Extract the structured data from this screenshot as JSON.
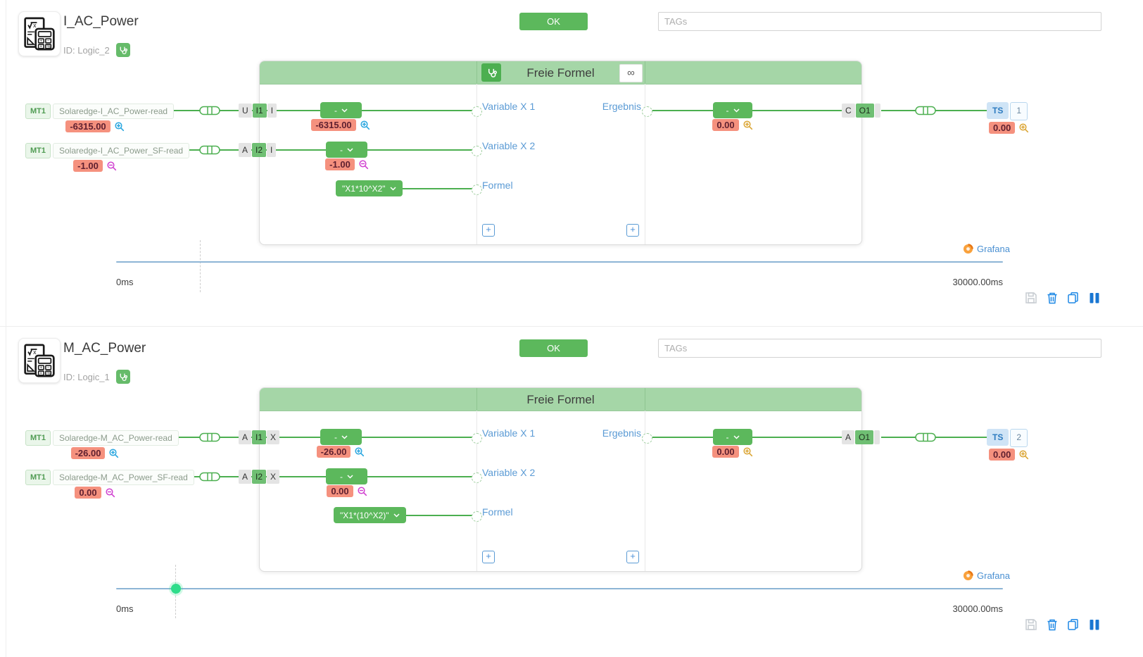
{
  "blocks": [
    {
      "title": "I_AC_Power",
      "id_label": "ID: Logic_2",
      "ok_button": "OK",
      "tags_placeholder": "TAGs",
      "panel": {
        "title": "Freie Formel",
        "infinity_icon": "∞",
        "add_icon": "+",
        "labels": {
          "var1": "Variable X 1",
          "var2": "Variable X 2",
          "formel": "Formel",
          "ergebnis": "Ergebnis"
        }
      },
      "inputs": [
        {
          "badge": "MT1",
          "name": "Solaredge-I_AC_Power-read",
          "value": "-6315.00",
          "pins": [
            "U",
            "I1",
            "I"
          ],
          "op": "-",
          "op_value": "-6315.00"
        },
        {
          "badge": "MT1",
          "name": "Solaredge-I_AC_Power_SF-read",
          "value": "-1.00",
          "pins": [
            "A",
            "I2",
            "I"
          ],
          "op": "-",
          "op_value": "-1.00"
        }
      ],
      "formula": "\"X1*10^X2\"",
      "output": {
        "op": "-",
        "op_value": "0.00",
        "pins": [
          "C",
          "O1"
        ],
        "ts_label": "TS",
        "ts_number": "1",
        "value": "0.00"
      },
      "timeline": {
        "start": "0ms",
        "end": "30000.00ms",
        "grafana_label": "Grafana"
      }
    },
    {
      "title": "M_AC_Power",
      "id_label": "ID: Logic_1",
      "ok_button": "OK",
      "tags_placeholder": "TAGs",
      "panel": {
        "title": "Freie Formel",
        "add_icon": "+",
        "labels": {
          "var1": "Variable X 1",
          "var2": "Variable X 2",
          "formel": "Formel",
          "ergebnis": "Ergebnis"
        }
      },
      "inputs": [
        {
          "badge": "MT1",
          "name": "Solaredge-M_AC_Power-read",
          "value": "-26.00",
          "pins": [
            "A",
            "I1",
            "X"
          ],
          "op": "-",
          "op_value": "-26.00"
        },
        {
          "badge": "MT1",
          "name": "Solaredge-M_AC_Power_SF-read",
          "value": "0.00",
          "pins": [
            "A",
            "I2",
            "X"
          ],
          "op": "-",
          "op_value": "0.00"
        }
      ],
      "formula": "\"X1*(10^X2)\"",
      "output": {
        "op": "-",
        "op_value": "0.00",
        "pins": [
          "A",
          "O1"
        ],
        "ts_label": "TS",
        "ts_number": "2",
        "value": "0.00"
      },
      "timeline": {
        "start": "0ms",
        "end": "30000.00ms",
        "grafana_label": "Grafana"
      }
    }
  ],
  "colors": {
    "accent_green": "#5cb85c",
    "header_green": "#a5d6a7",
    "wire_green": "#4caf50",
    "value_bg": "#f5917e",
    "link_blue": "#4a90d2",
    "icon_blue": "#1e88e5"
  }
}
